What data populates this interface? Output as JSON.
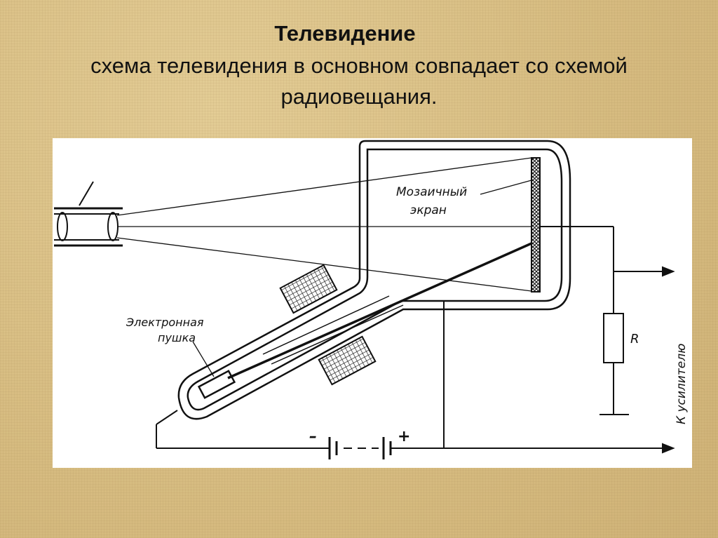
{
  "slide": {
    "title": "Телевидение",
    "subtitle": "схема телевидения в основном совпадает со схемой радиовещания."
  },
  "diagram": {
    "labels": {
      "screen_line1": "Мозаичный",
      "screen_line2": "экран",
      "gun_line1": "Электронная",
      "gun_line2": "пушка",
      "resistor": "R",
      "amplifier": "К усилителю",
      "minus": "–",
      "plus": "+"
    }
  }
}
